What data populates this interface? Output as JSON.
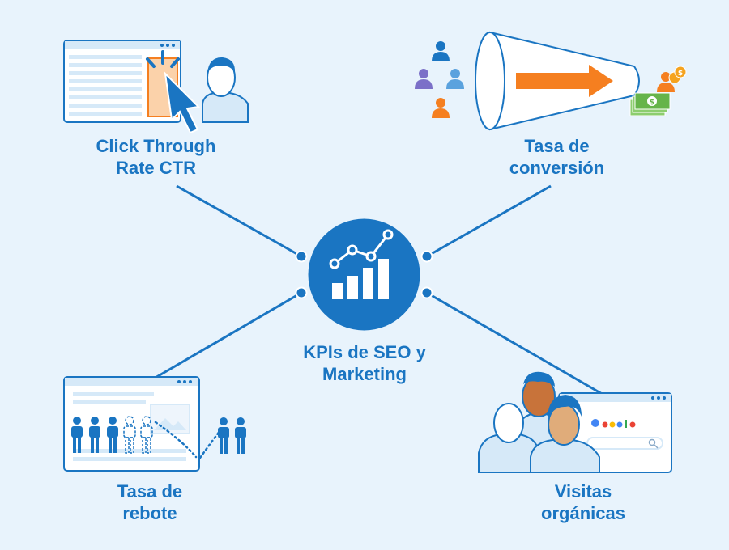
{
  "center": {
    "line1": "KPIs de SEO y",
    "line2": "Marketing",
    "icon": "growth-chart-icon"
  },
  "nodes": [
    {
      "id": "ctr",
      "line1": "Click Through",
      "line2": "Rate CTR",
      "icon": "click-browser-icon"
    },
    {
      "id": "conversion",
      "line1": "Tasa de",
      "line2": "conversión",
      "icon": "conversion-funnel-icon"
    },
    {
      "id": "bounce",
      "line1": "Tasa de",
      "line2": "rebote",
      "icon": "bounce-visitors-icon"
    },
    {
      "id": "organic",
      "line1": "Visitas",
      "line2": "orgánicas",
      "icon": "search-visitors-icon"
    }
  ],
  "colors": {
    "background": "#e8f3fc",
    "primary": "#1a75c2",
    "light_blue": "#d6e9f8",
    "orange": "#f57f20",
    "green": "#66b44a"
  }
}
